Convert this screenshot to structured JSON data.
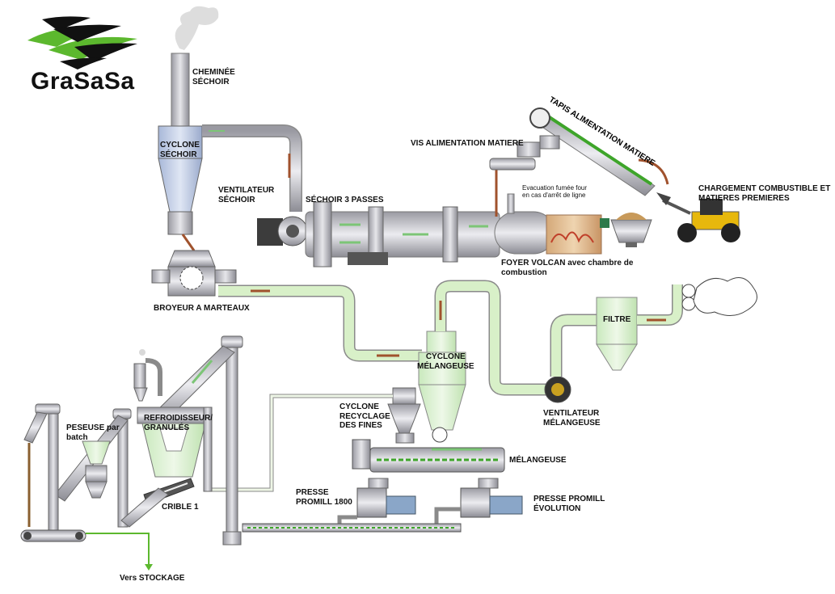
{
  "brand": {
    "logo_text": "GraSaSa",
    "colors": {
      "green": "#5cb82e",
      "black": "#111111"
    }
  },
  "colors": {
    "pipe_fill": "#d8f0c8",
    "pipe_stroke": "#8a8a8a",
    "metal": "#c8c8cc",
    "arrow_brown": "#a0522d",
    "arrow_green": "#7cc576"
  },
  "labels": {
    "cheminee": [
      "CHEMINÉE",
      "SÉCHOIR"
    ],
    "cyclone_sechoir": [
      "CYCLONE",
      "SÉCHOIR"
    ],
    "ventilateur_sechoir": [
      "VENTILATEUR",
      "SÉCHOIR"
    ],
    "sechoir": "SÉCHOIR 3 PASSES",
    "vis_alimentation": "VIS ALIMENTATION MATIERE",
    "tapis_alimentation": "TAPIS ALIMENTATION MATIERE",
    "evacuation": [
      "Evacuation fumée four",
      "en cas d'arrêt de ligne"
    ],
    "chargement": [
      "CHARGEMENT COMBUSTIBLE ET",
      "MATIERES PREMIERES"
    ],
    "foyer": [
      "FOYER VOLCAN avec chambre de",
      "combustion"
    ],
    "broyeur": "BROYEUR A MARTEAUX",
    "filtre": "FILTRE",
    "cyclone_melangeuse": [
      "CYCLONE",
      "MÉLANGEUSE"
    ],
    "ventilateur_melangeuse": [
      "VENTILATEUR",
      "MÉLANGEUSE"
    ],
    "cyclone_recyclage": [
      "CYCLONE",
      "RECYCLAGE",
      "DES FINES"
    ],
    "melangeuse": "MÉLANGEUSE",
    "refroidisseur": [
      "REFROIDISSEUR/",
      "GRANULÉS"
    ],
    "peseuse": [
      "PESEUSE par",
      "batch"
    ],
    "crible": "CRIBLE 1",
    "presse_1800": [
      "PRESSE",
      "PROMILL 1800"
    ],
    "presse_evolution": [
      "PRESSE PROMILL",
      "ÉVOLUTION"
    ],
    "stockage": "Vers STOCKAGE"
  }
}
